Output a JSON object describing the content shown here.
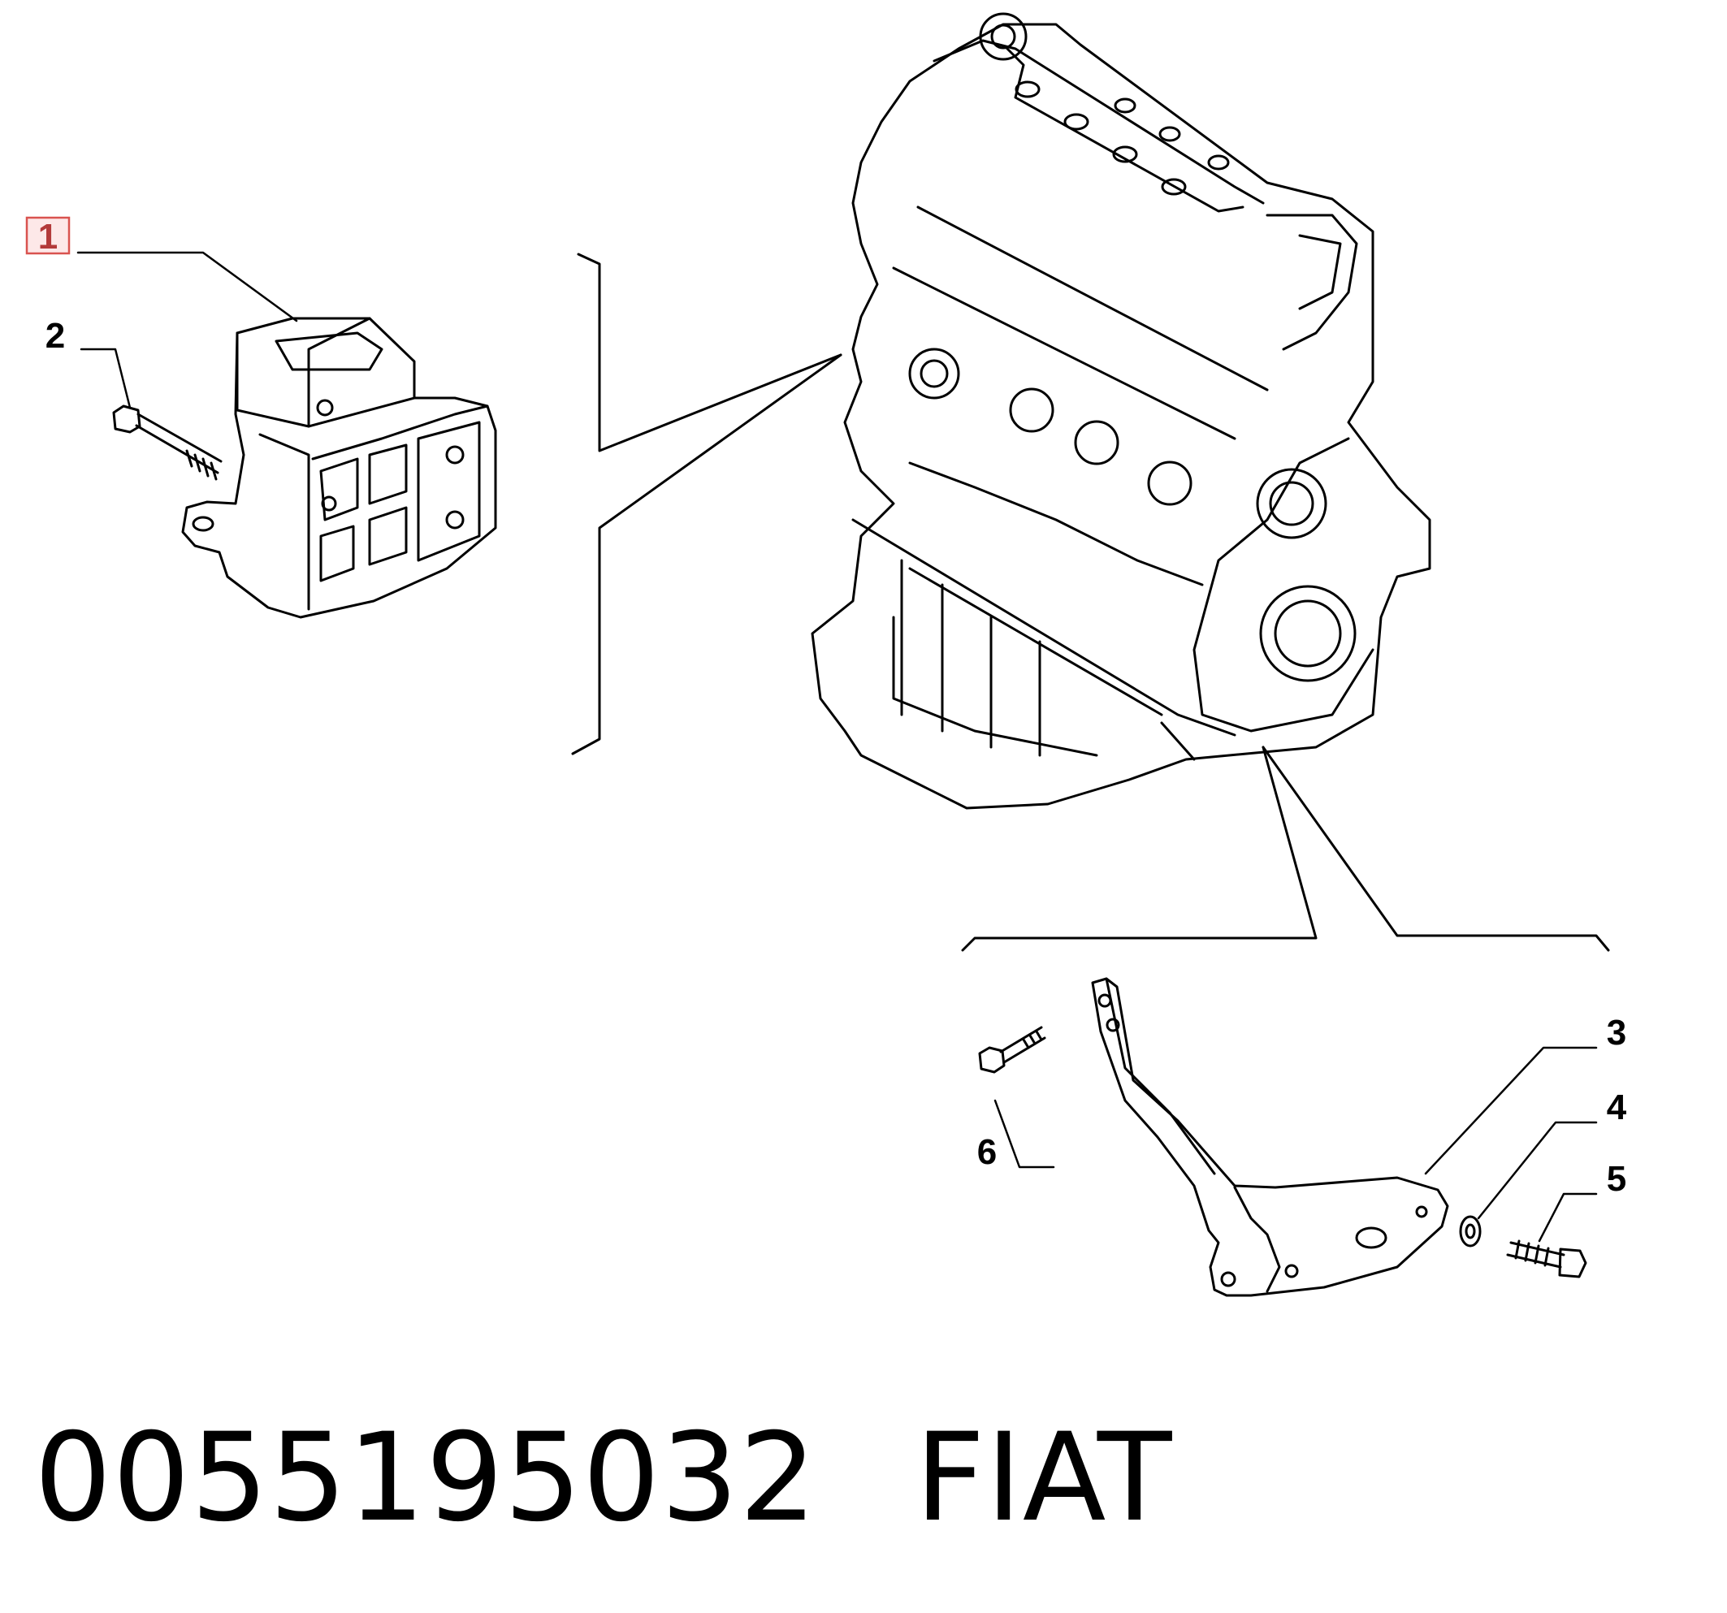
{
  "callouts": {
    "c1": "1",
    "c2": "2",
    "c3": "3",
    "c4": "4",
    "c5": "5",
    "c6": "6"
  },
  "footer": {
    "part_number": "0055195032",
    "brand": "FIAT"
  },
  "colors": {
    "line": "#000000",
    "highlight_box": "#d9534f",
    "highlight_fill": "#fde8e8"
  }
}
